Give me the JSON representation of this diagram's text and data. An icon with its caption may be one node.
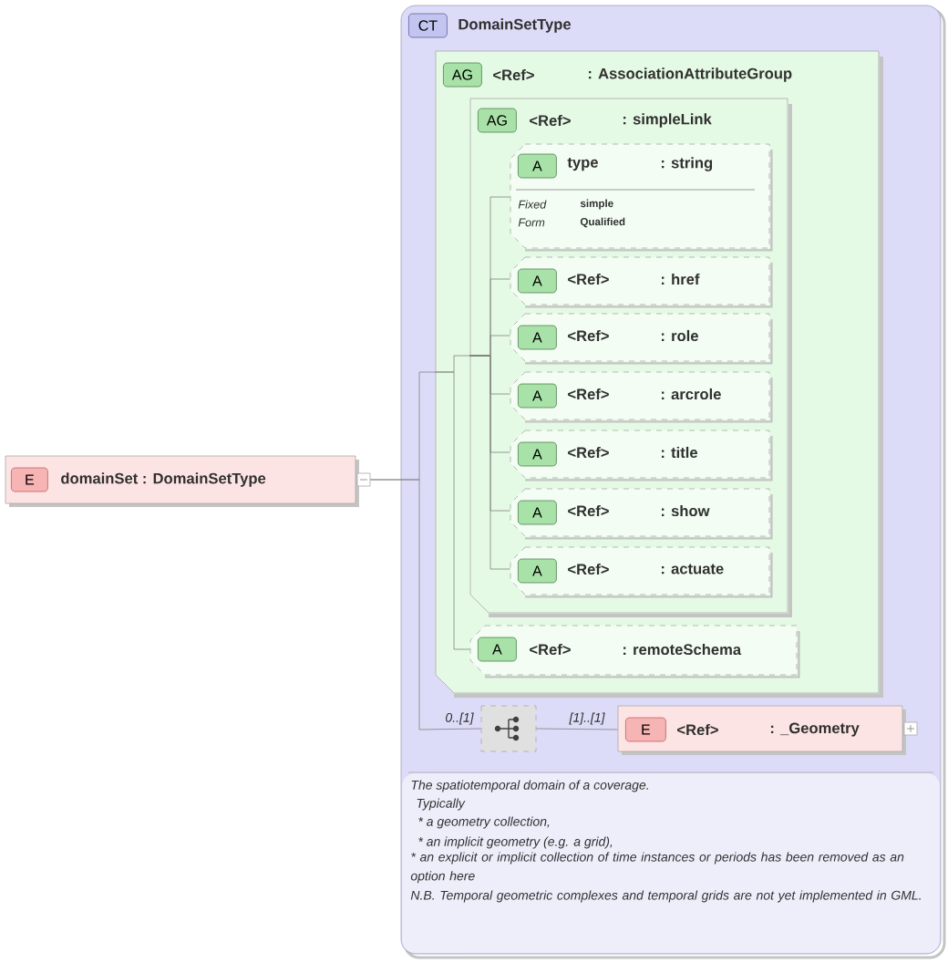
{
  "diagram": {
    "nodes": [
      {
        "text": [
          "E",
          "domainSet : DomainSetType"
        ]
      },
      {
        "text": [
          "CT",
          "DomainSetType",
          "The spatiotemporal domain of a coverage.",
          "Typically",
          "* a geometry collection,",
          "* an implicit geometry (e.g. a grid),",
          "* an explicit or implicit collection of time instances or periods has been removed as an option here",
          "N.B. Temporal geometric complexes and temporal grids are not yet implemented in GML."
        ]
      },
      {
        "text": [
          "AG",
          "<Ref>",
          ": AssociationAttributeGroup"
        ],
        "in": 1
      },
      {
        "text": [
          "AG",
          "<Ref>",
          ": simpleLink"
        ],
        "in": 2
      },
      {
        "text": [
          "A",
          "type",
          ": string",
          "Fixed",
          "simple",
          "Form",
          "Qualified"
        ],
        "in": 3
      },
      {
        "text": [
          "A",
          "<Ref>",
          ": href"
        ],
        "in": 3
      },
      {
        "text": [
          "A",
          "<Ref>",
          ": role"
        ],
        "in": 3
      },
      {
        "text": [
          "A",
          "<Ref>",
          ": arcrole"
        ],
        "in": 3
      },
      {
        "text": [
          "A",
          "<Ref>",
          ": title"
        ],
        "in": 3
      },
      {
        "text": [
          "A",
          "<Ref>",
          ": show"
        ],
        "in": 3
      },
      {
        "text": [
          "A",
          "<Ref>",
          ": actuate"
        ],
        "in": 3
      },
      {
        "text": [
          "A",
          "<Ref>",
          ": remoteSchema"
        ],
        "in": 2
      },
      {
        "text": [],
        "shape": "box",
        "in": 1
      },
      {
        "text": [
          "E",
          "<Ref>",
          ": _Geometry"
        ],
        "in": 1
      }
    ],
    "edges": [
      {
        "from": 0,
        "to": 2,
        "arrow": "none"
      },
      {
        "from": 0,
        "to": 12,
        "arrow": "none",
        "label": "0..[1]"
      },
      {
        "from": 2,
        "to": 3,
        "arrow": "none"
      },
      {
        "from": 2,
        "to": 11,
        "arrow": "none"
      },
      {
        "from": 3,
        "to": 4,
        "arrow": "none"
      },
      {
        "from": 3,
        "to": 5,
        "arrow": "none"
      },
      {
        "from": 3,
        "to": 6,
        "arrow": "none"
      },
      {
        "from": 3,
        "to": 7,
        "arrow": "none"
      },
      {
        "from": 3,
        "to": 8,
        "arrow": "none"
      },
      {
        "from": 3,
        "to": 9,
        "arrow": "none"
      },
      {
        "from": 3,
        "to": 10,
        "arrow": "none"
      },
      {
        "from": 12,
        "to": 13,
        "arrow": "none",
        "label": "[1]..[1]"
      }
    ]
  }
}
